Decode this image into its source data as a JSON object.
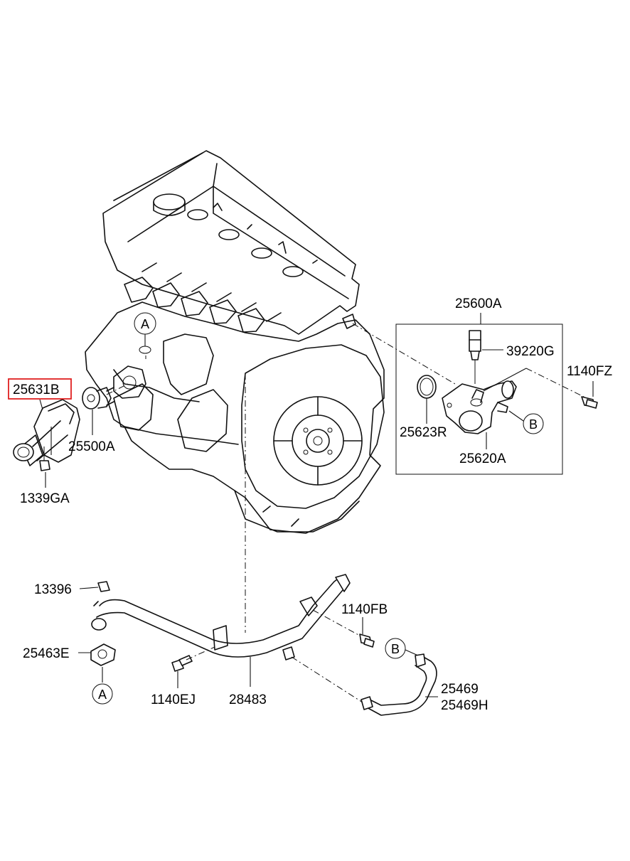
{
  "diagram": {
    "labels": {
      "p25631B": "25631B",
      "p25500A": "25500A",
      "p1339GA": "1339GA",
      "p25600A": "25600A",
      "p39220G": "39220G",
      "p1140FZ": "1140FZ",
      "p25623R": "25623R",
      "p25620A": "25620A",
      "p13396": "13396",
      "p1140FB": "1140FB",
      "p25463E": "25463E",
      "p1140EJ": "1140EJ",
      "p28483": "28483",
      "p25469": "25469",
      "p25469H": "25469H"
    },
    "refs": {
      "a_engine": "A",
      "a_bottom": "A",
      "b_box": "B",
      "b_bottom": "B"
    },
    "colors": {
      "line": "#111111",
      "highlight": "#e02020",
      "background": "#ffffff"
    }
  }
}
